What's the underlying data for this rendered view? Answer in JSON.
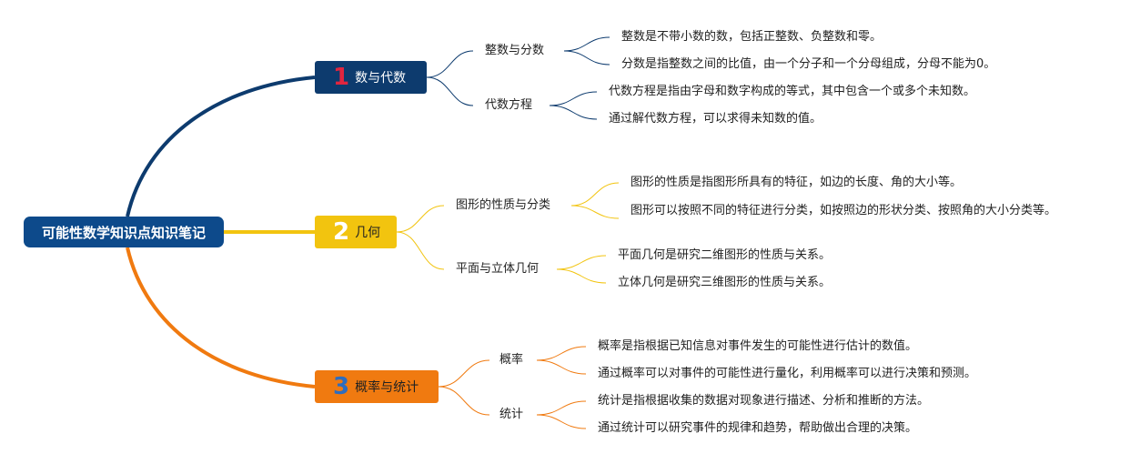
{
  "colors": {
    "root": "#0d4a8b",
    "branch1": "#0d3b6e",
    "branch2": "#f2c40f",
    "branch3": "#f07a10"
  },
  "root": {
    "label": "可能性数学知识点知识笔记"
  },
  "branches": [
    {
      "num": "1",
      "label": "数与代数",
      "topics": [
        {
          "label": "整数与分数",
          "notes": [
            "整数是不带小数的数，包括正整数、负整数和零。",
            "分数是指整数之间的比值，由一个分子和一个分母组成，分母不能为0。"
          ]
        },
        {
          "label": "代数方程",
          "notes": [
            "代数方程是指由字母和数字构成的等式，其中包含一个或多个未知数。",
            "通过解代数方程，可以求得未知数的值。"
          ]
        }
      ]
    },
    {
      "num": "2",
      "label": "几何",
      "topics": [
        {
          "label": "图形的性质与分类",
          "notes": [
            "图形的性质是指图形所具有的特征，如边的长度、角的大小等。",
            "图形可以按照不同的特征进行分类，如按照边的形状分类、按照角的大小分类等。"
          ]
        },
        {
          "label": "平面与立体几何",
          "notes": [
            "平面几何是研究二维图形的性质与关系。",
            "立体几何是研究三维图形的性质与关系。"
          ]
        }
      ]
    },
    {
      "num": "3",
      "label": "概率与统计",
      "topics": [
        {
          "label": "概率",
          "notes": [
            "概率是指根据已知信息对事件发生的可能性进行估计的数值。",
            "通过概率可以对事件的可能性进行量化，利用概率可以进行决策和预测。"
          ]
        },
        {
          "label": "统计",
          "notes": [
            "统计是指根据收集的数据对现象进行描述、分析和推断的方法。",
            "通过统计可以研究事件的规律和趋势，帮助做出合理的决策。"
          ]
        }
      ]
    }
  ]
}
